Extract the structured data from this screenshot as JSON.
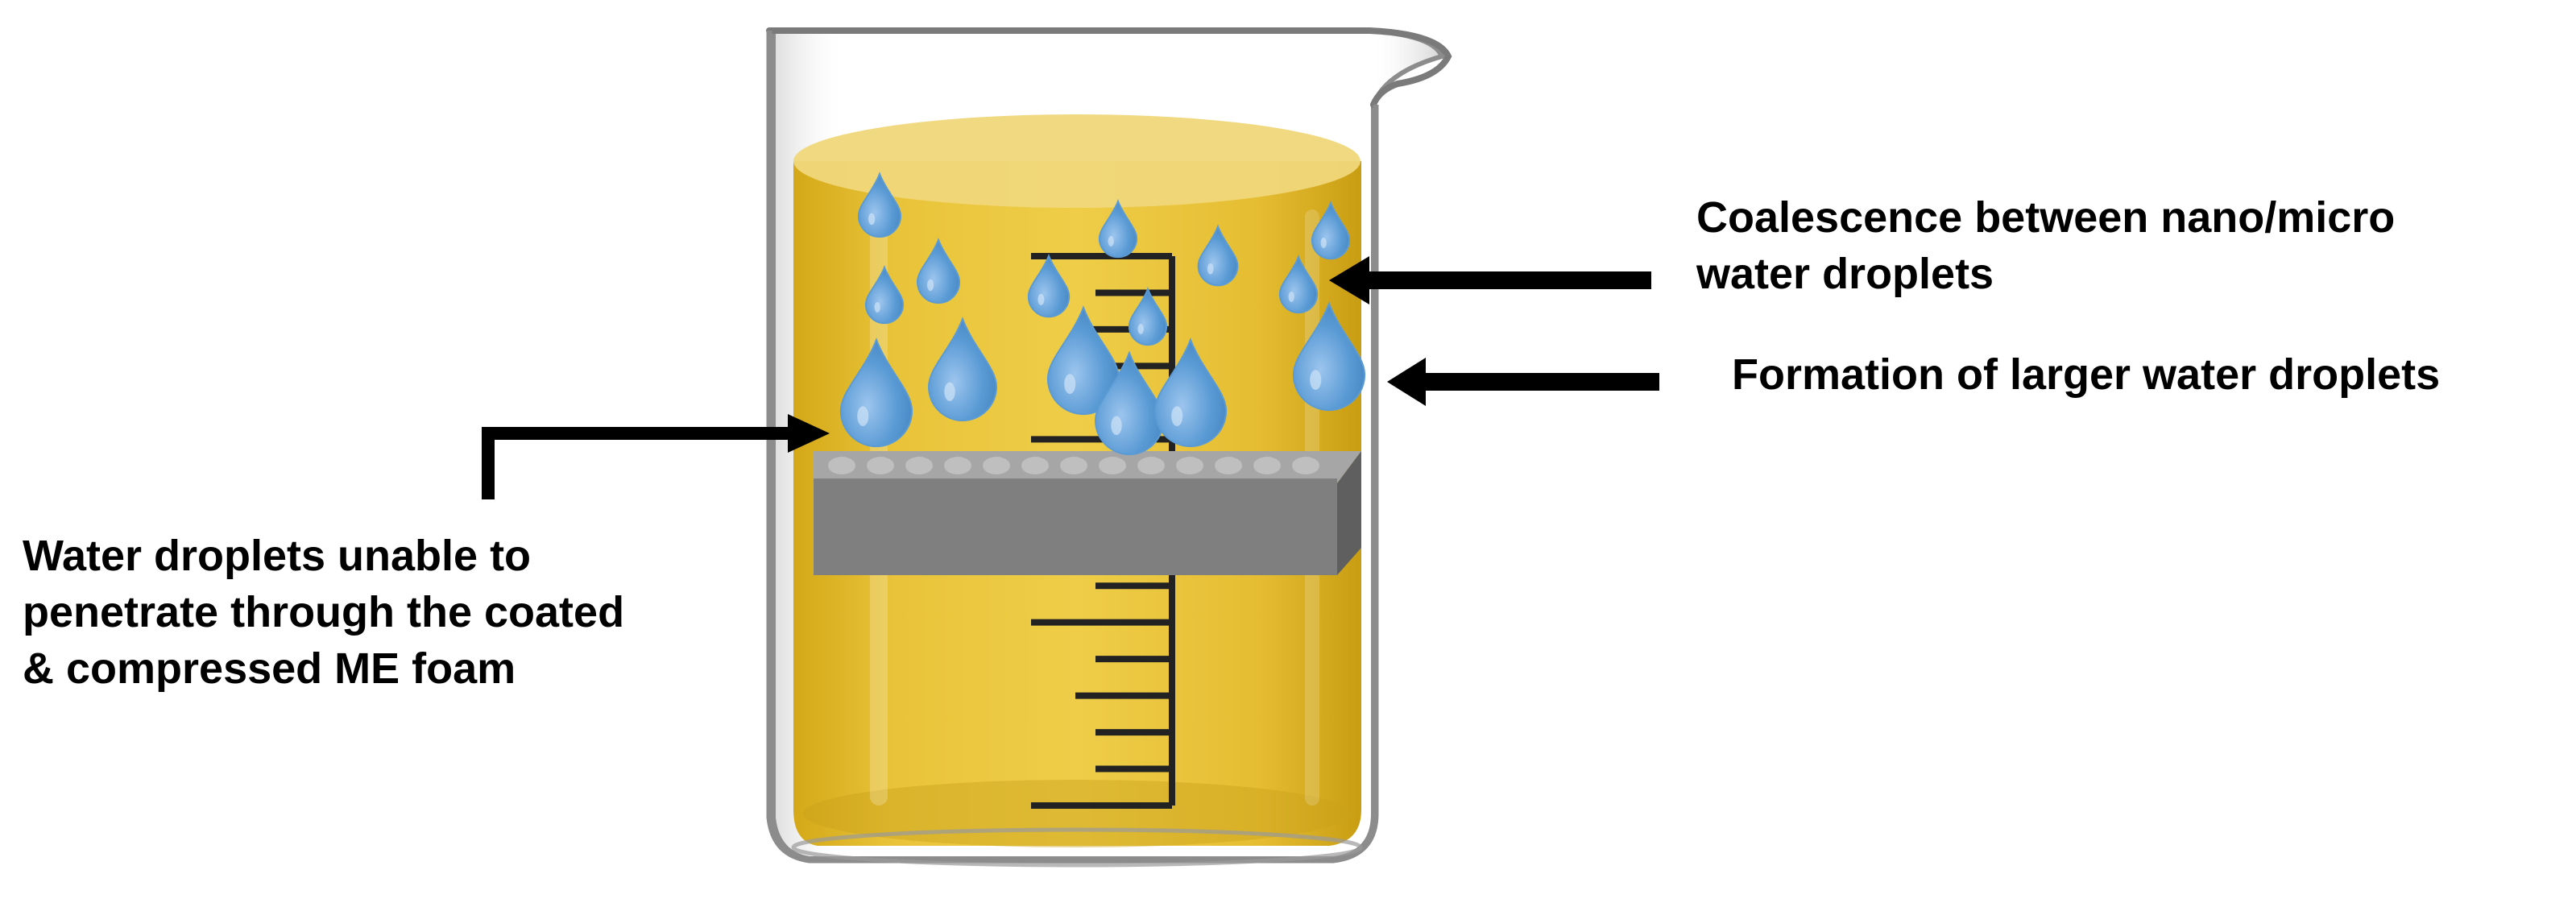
{
  "diagram": {
    "labels": {
      "coalescence": [
        "Coalescence between nano/micro",
        "water droplets"
      ],
      "formation": "Formation of larger water droplets",
      "blocked": [
        "Water droplets unable to",
        "penetrate through the coated",
        "& compressed ME foam"
      ]
    },
    "colors": {
      "oil": "#e8c02a",
      "oil_surface": "#f0d77a",
      "droplet": "#5b9bd5",
      "droplet_highlight": "#cfe3f6",
      "foam_front": "#7f7f7f",
      "foam_top": "#a6a6a6",
      "foam_side": "#5f5f5f",
      "glass_outline": "#8c8c8c",
      "arrow": "#000000"
    },
    "icons": {
      "vessel": "beaker",
      "droplet": "water-drop",
      "foam": "foam-block"
    }
  }
}
